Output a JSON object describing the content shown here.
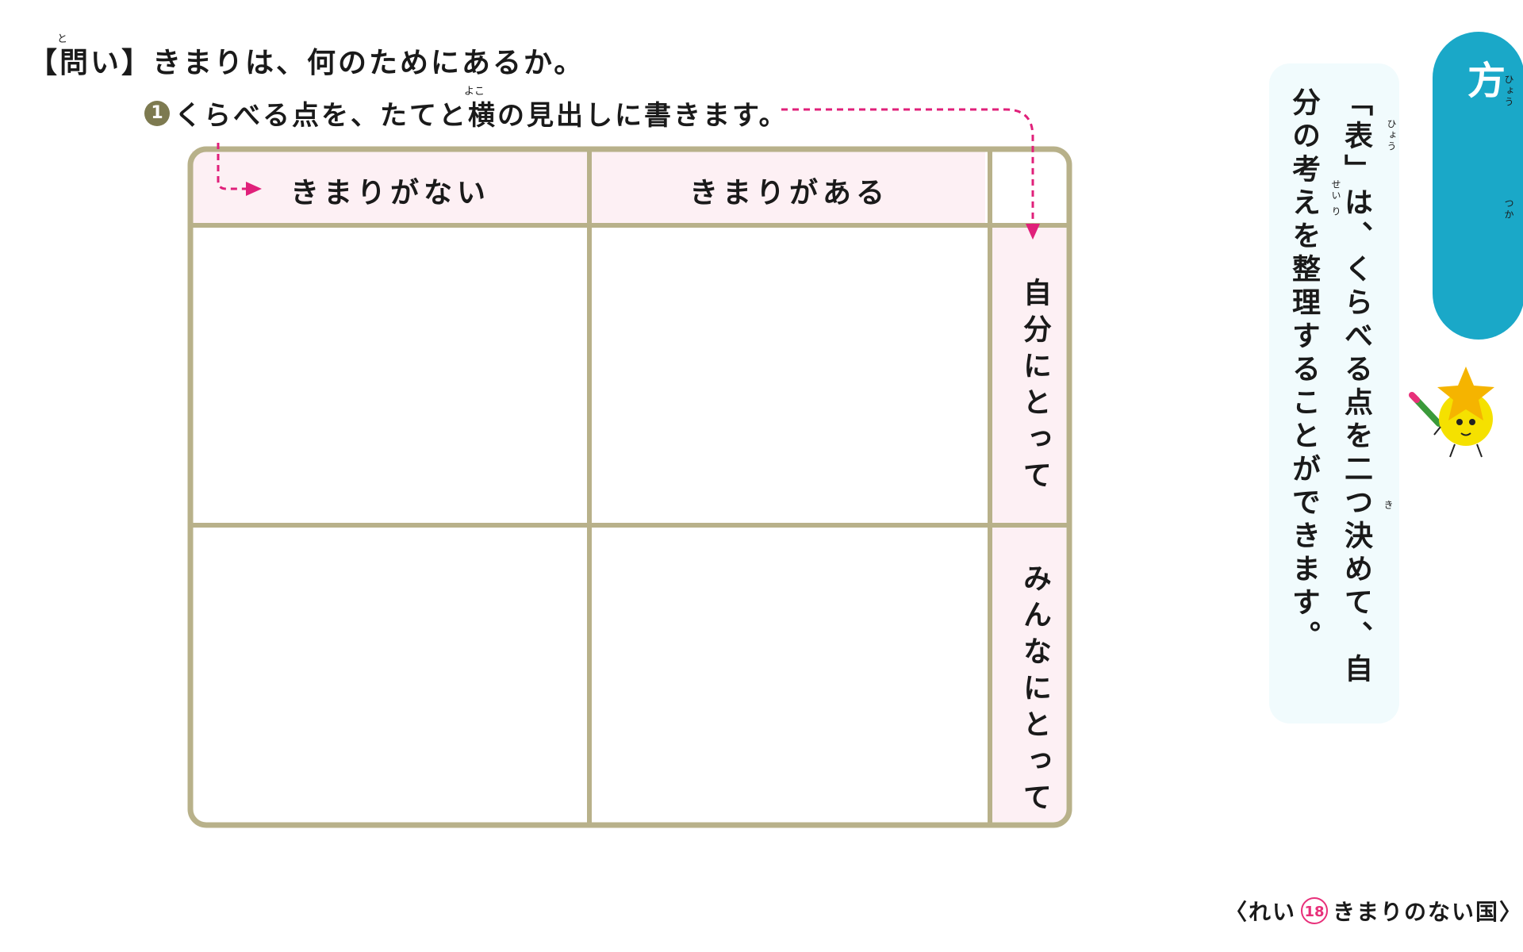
{
  "question": {
    "label": "【問い】",
    "text": "きまりは、何のためにあるか。",
    "ruby": "と"
  },
  "step": {
    "number": "1",
    "text": "くらべる点を、たてと横の見出しに書きます。",
    "ruby": "よこ"
  },
  "table": {
    "col_headers": [
      "きまりがない",
      "きまりがある"
    ],
    "row_headers": [
      "自分にとって",
      "みんなにとって"
    ]
  },
  "panel": {
    "text": "「表」は、くらべる点を二つ決めて、自分の考えを整理することができます。",
    "ruby_hyou": "ひょう",
    "ruby_ki": "き",
    "ruby_seiri": "せい り"
  },
  "banner": {
    "title": "「表」の使い方",
    "ruby_hyou": "ひょう",
    "ruby_tsuka": "つか"
  },
  "footer": {
    "prefix": "〈れい",
    "number": "18",
    "title": "きまりのない国〉"
  },
  "colors": {
    "frame": "#b8b18a",
    "header_fill": "#fdf0f4",
    "arrow": "#e0207a",
    "banner": "#1aa8c8",
    "panel": "#f1fbfd"
  }
}
